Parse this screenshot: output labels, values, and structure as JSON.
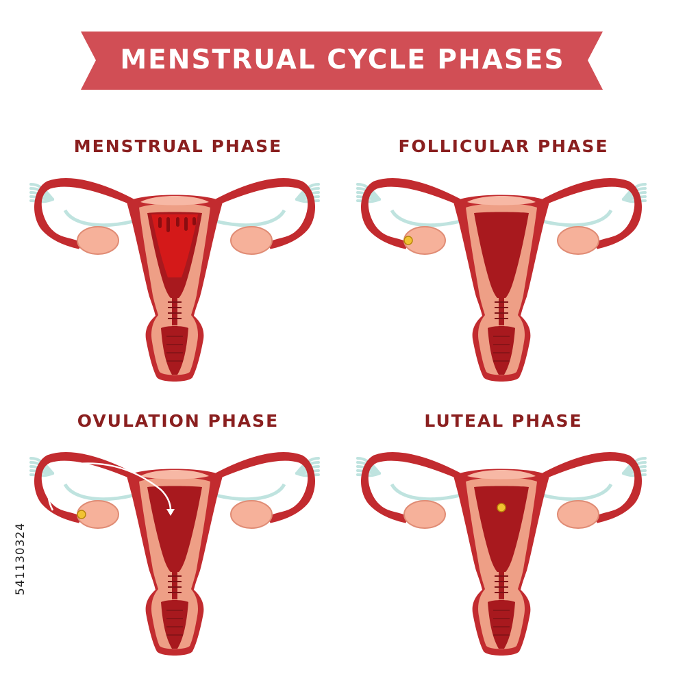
{
  "banner": {
    "title": "MENSTRUAL CYCLE PHASES",
    "color": "#d14e55"
  },
  "phases": [
    {
      "label": "MENSTRUAL PHASE",
      "egg": "none",
      "bleeding": true,
      "arrow": false
    },
    {
      "label": "FOLLICULAR PHASE",
      "egg": "ovary",
      "bleeding": false,
      "arrow": false
    },
    {
      "label": "OVULATION PHASE",
      "egg": "ovary",
      "bleeding": false,
      "arrow": true
    },
    {
      "label": "LUTEAL PHASE",
      "egg": "uterus",
      "bleeding": false,
      "arrow": false
    }
  ],
  "colors": {
    "title_text": "#8a1f1f",
    "outer": "#c22b2f",
    "tissue": "#ee9f86",
    "fundus": "#f7b8a5",
    "lining": "#f5a88f",
    "cavity": "#a8191e",
    "ovary": "#f6b19a",
    "fimbria": "#bfe3df",
    "egg": "#f1c232"
  },
  "watermark_id": "541130324"
}
